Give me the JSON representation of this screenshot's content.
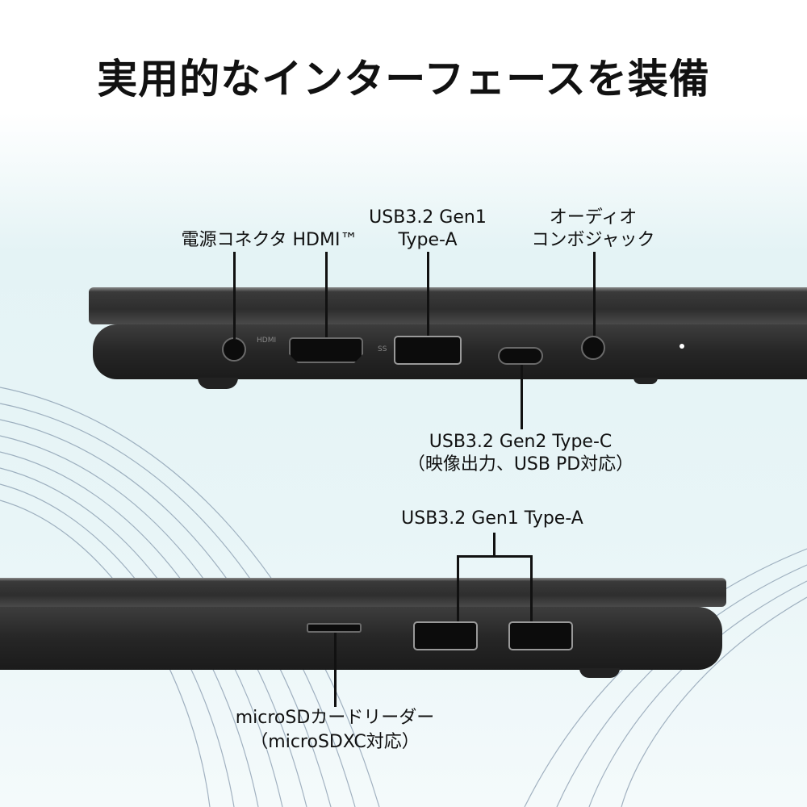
{
  "title": "実用的なインターフェースを装備",
  "top_side": {
    "labels": {
      "power": "電源コネクタ",
      "hdmi": "HDMI™",
      "usb_a_line1": "USB3.2 Gen1",
      "usb_a_line2": "Type-A",
      "audio_line1": "オーディオ",
      "audio_line2": "コンボジャック",
      "usb_c_line1": "USB3.2 Gen2 Type-C",
      "usb_c_line2": "（映像出力、USB PD対応）"
    },
    "port_markings": {
      "hdmi": "HDMI",
      "usb": "SS"
    }
  },
  "bottom_side": {
    "labels": {
      "usb_a": "USB3.2 Gen1 Type-A",
      "sd_line1": "microSDカードリーダー",
      "sd_line2": "（microSDXC対応）"
    }
  },
  "colors": {
    "laptop": "#262626",
    "background": "#e4f3f5",
    "text": "#111111"
  }
}
